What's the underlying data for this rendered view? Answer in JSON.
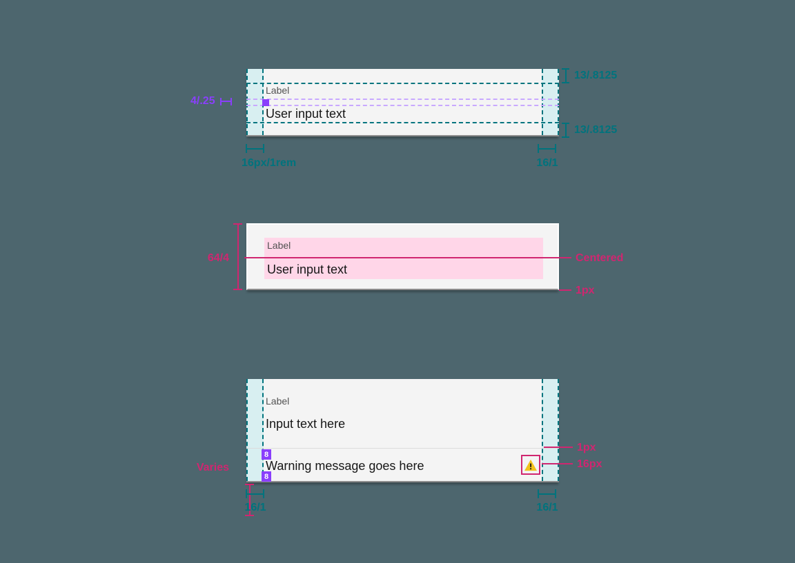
{
  "colors": {
    "background": "#4d666e",
    "field_bg": "#f4f4f4",
    "label_gray": "#525252",
    "text_dark": "#161616",
    "teal_stroke": "#00747e",
    "teal_fill": "#d8eff1",
    "purple": "#8a3ffc",
    "magenta": "#d02670",
    "pink_fill": "#ffd6e8",
    "warning_yellow": "#f1c21b",
    "bottom_border": "#8d8d8d"
  },
  "spacing_diagram": {
    "label": "Label",
    "input_text": "User input text",
    "padding_top": "13/.8125",
    "padding_bottom": "13/.8125",
    "label_gap": "4/.25",
    "left_padding": "16px/1rem",
    "right_padding": "16/1"
  },
  "height_diagram": {
    "label": "Label",
    "input_text": "User input text",
    "height": "64/4",
    "alignment": "Centered",
    "border": "1px"
  },
  "error_diagram": {
    "label": "Label",
    "input_text": "Input text here",
    "warning_text": "Warning message goes here",
    "spacer_top": "8",
    "spacer_bottom": "8",
    "height_label": "Varies",
    "divider": "1px",
    "icon_size": "16px",
    "left_padding": "16/1",
    "right_padding": "16/1"
  }
}
